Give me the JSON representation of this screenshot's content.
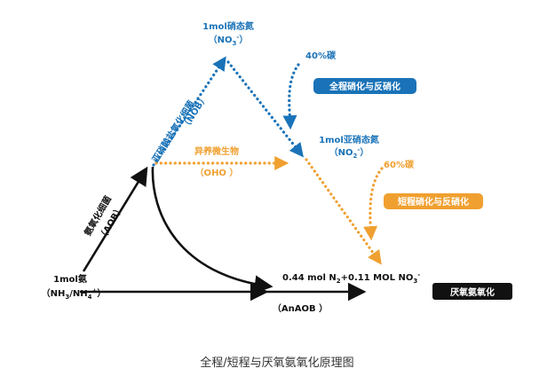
{
  "colors": {
    "blue": "#1a73b8",
    "orange": "#f0a030",
    "black": "#111111",
    "white": "#ffffff"
  },
  "nodes": {
    "nitrate": {
      "line1": "1mol硝态氮",
      "line2": "（NO",
      "sub": "3",
      "sup": "-",
      "close": "）"
    },
    "nitrite": {
      "line1": "1mol亚硝态氮",
      "line2": "（NO",
      "sub": "2",
      "sup": "-",
      "close": "）"
    },
    "ammonia": {
      "line1": "1mol氨",
      "line2a": "（NH",
      "sub": "3",
      "line2b": "/NH",
      "line2c": "4",
      "sup": "+",
      "close": "）"
    },
    "product": {
      "a": "0.44 mol  N",
      "sub": "2",
      "b": "+0.11 MOL NO",
      "sub2": "3",
      "sup": "-"
    }
  },
  "labels": {
    "nob_name": "亚硝酸盐氧化细菌",
    "nob_abbr": "（NOB）",
    "aob_name": "氨氧化细菌",
    "aob_abbr": "（AOB）",
    "oho_name": "异养微生物",
    "oho_abbr": "（OHO ）",
    "anaob": "（AnAOB ）",
    "carbon40": "40%碳",
    "carbon60": "60%碳"
  },
  "badges": {
    "full": "全程硝化与反硝化",
    "short": "短程硝化与反硝化",
    "anammox": "厌氧氨氧化"
  },
  "caption": "全程/短程与厌氧氨氧化原理图"
}
